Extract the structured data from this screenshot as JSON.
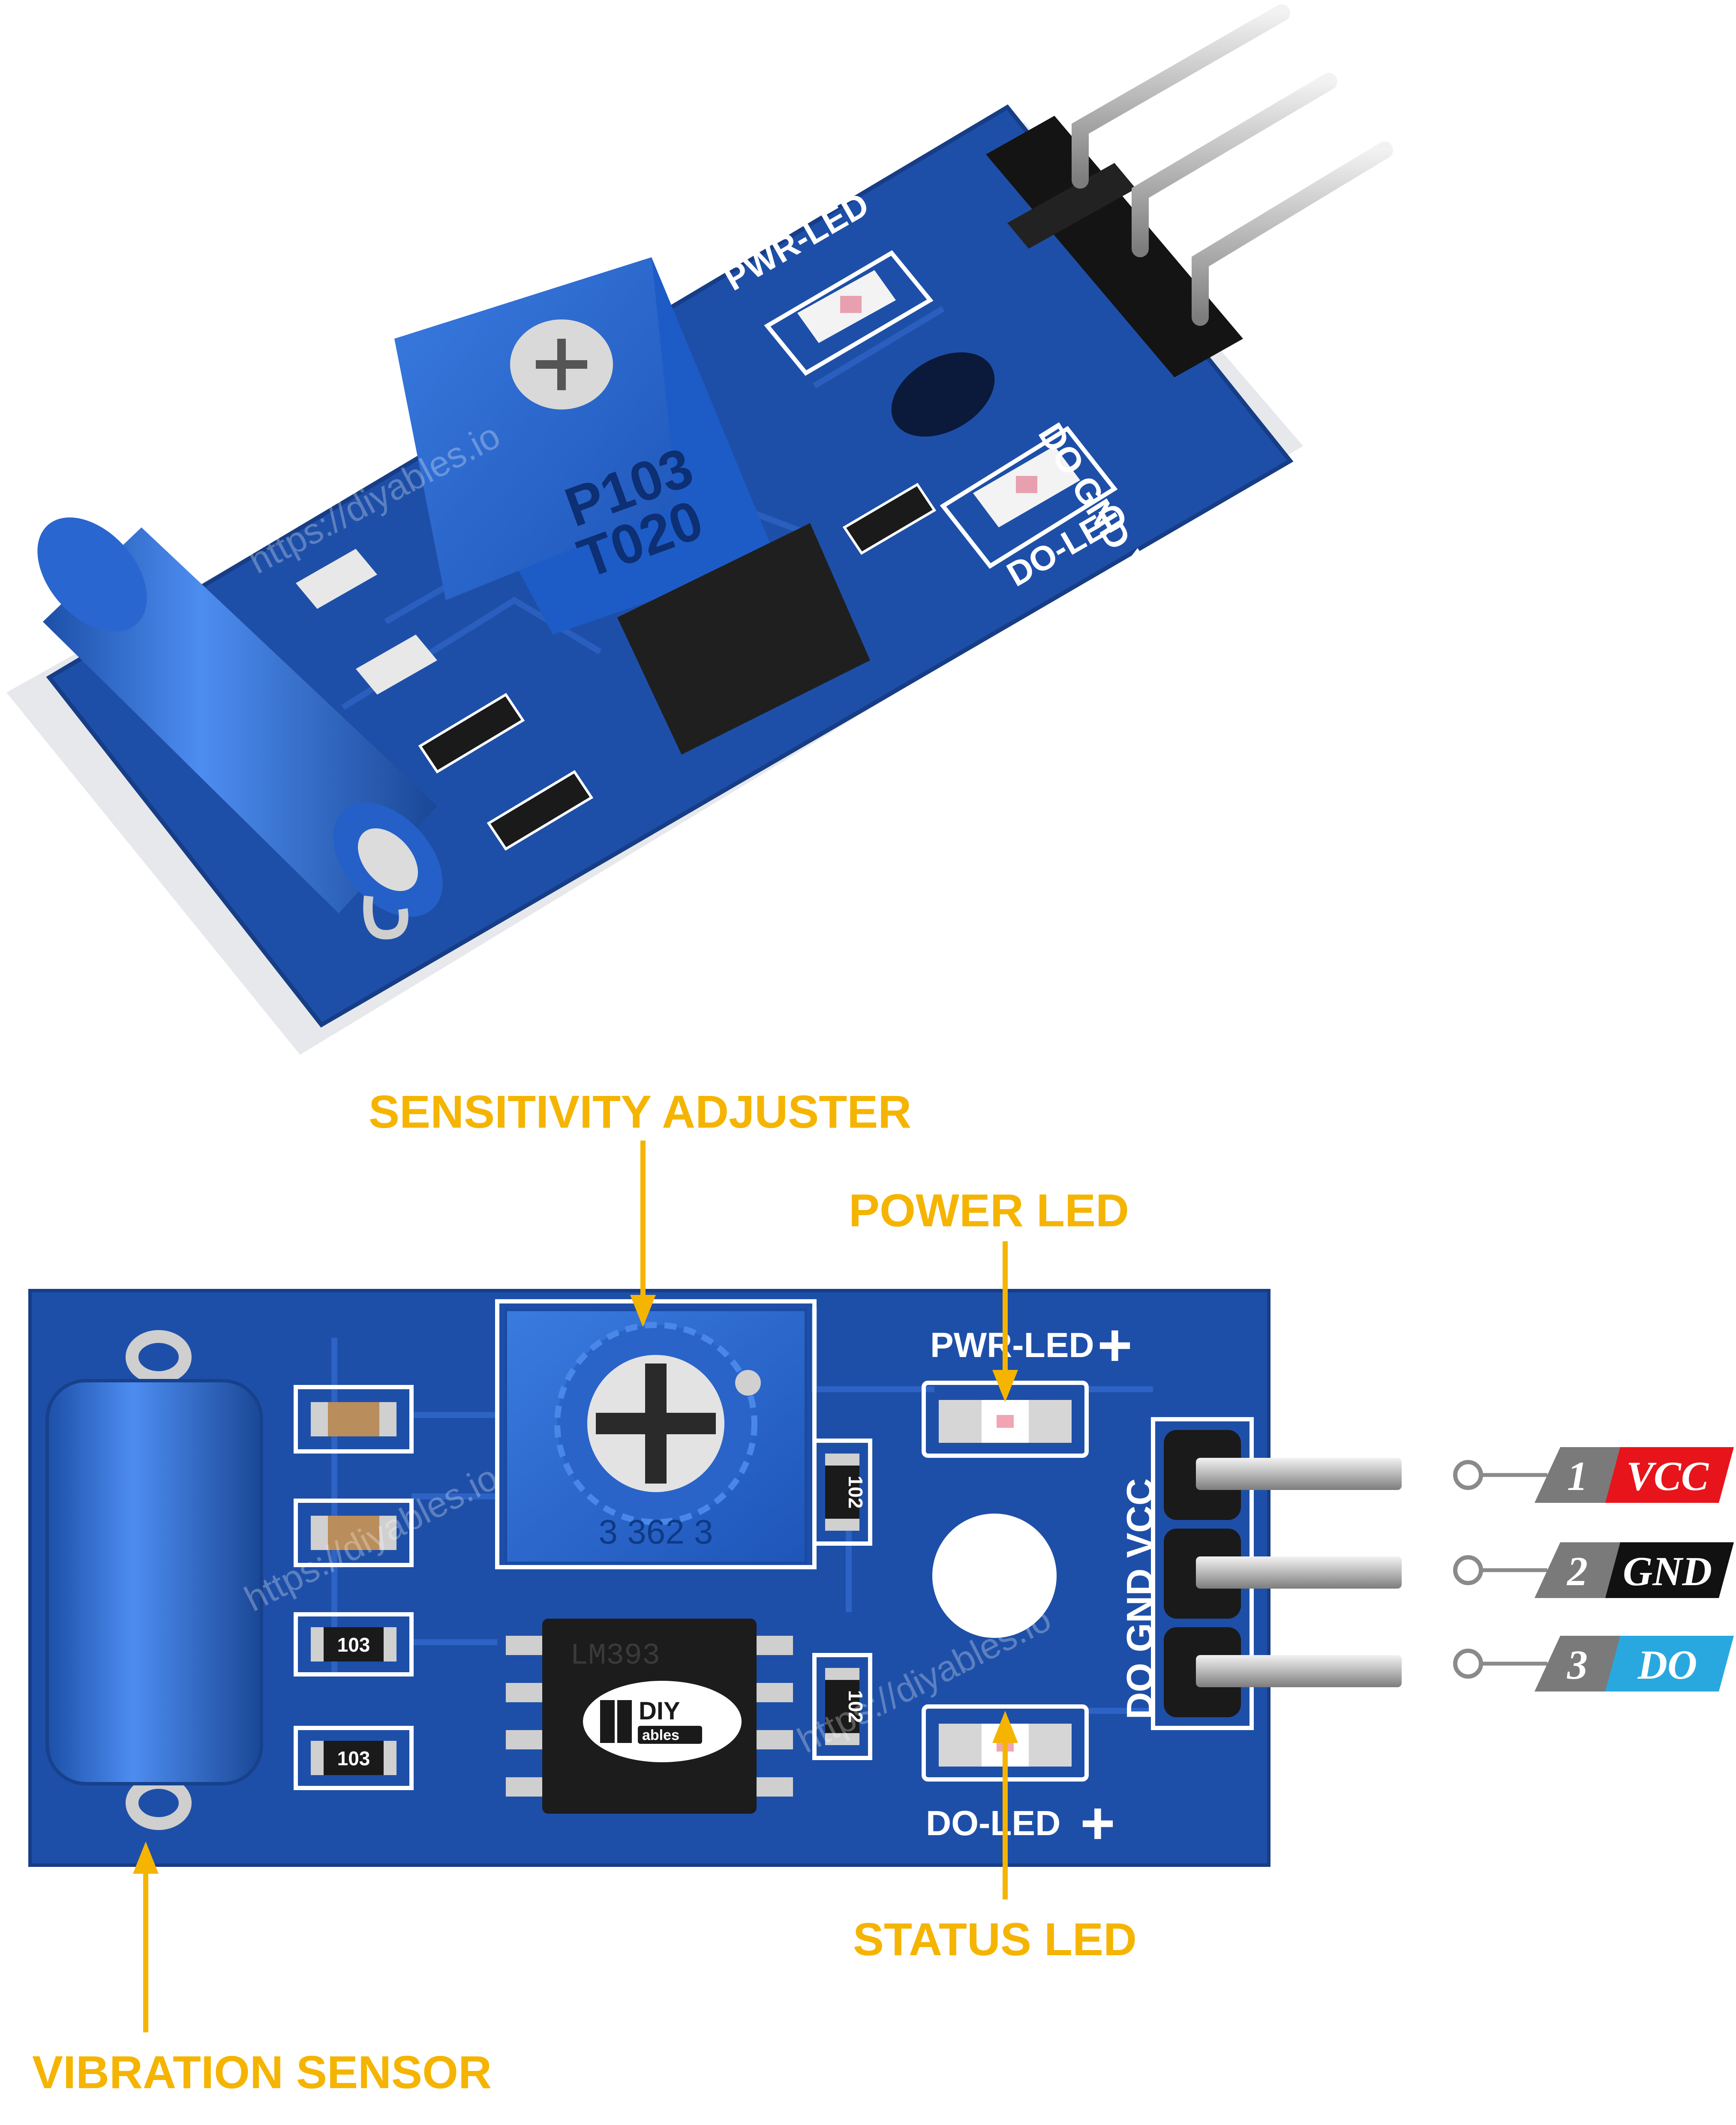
{
  "callouts": {
    "sensitivity": "SENSITIVITY ADJUSTER",
    "power_led": "POWER LED",
    "status_led": "STATUS LED",
    "vibration": "VIBRATION SENSOR"
  },
  "silkscreen": {
    "pwr_led": "PWR-LED",
    "do_led": "DO-LED",
    "pin_labels": "DO GND VCC",
    "pot_code_top": "P103",
    "pot_code_bottom": "T020",
    "pot_marking_front": "3 362 3",
    "chip": "LM393",
    "resistor_103": "103",
    "resistor_102": "102",
    "plus": "+"
  },
  "watermark": "https://diyables.io",
  "logo": {
    "top": "DIY",
    "bottom": "ables"
  },
  "pins": [
    {
      "number": "1",
      "name": "VCC",
      "color": "#e8141b"
    },
    {
      "number": "2",
      "name": "GND",
      "color": "#111111"
    },
    {
      "number": "3",
      "name": "DO",
      "color": "#29a8e0"
    }
  ],
  "colors": {
    "accent": "#f5b400",
    "pcb": "#1e4fa8",
    "pcb_dark": "#153a85",
    "component_blue": "#2f6fd0",
    "pin_number_bg": "#7a7a7a"
  }
}
